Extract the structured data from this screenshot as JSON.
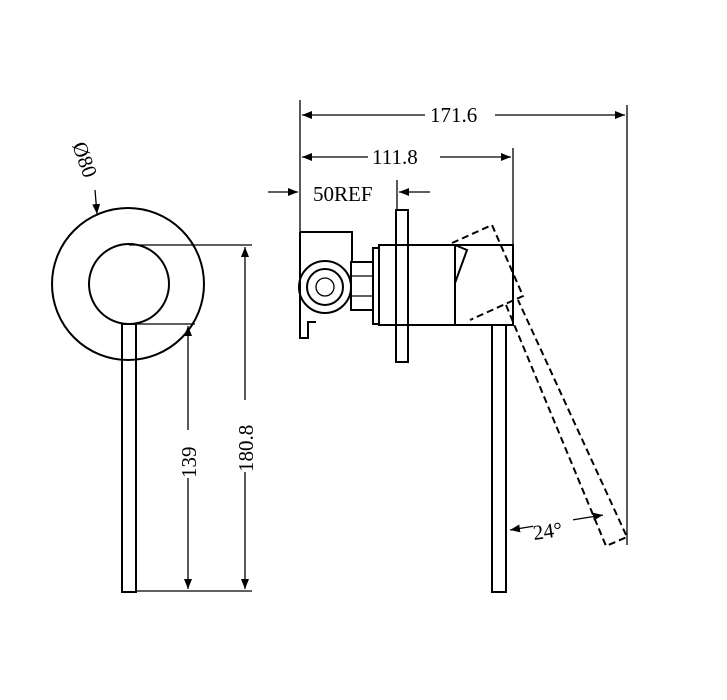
{
  "drawing": {
    "front_view": {
      "diameter_label": "Ø80",
      "lever_height_label": "139",
      "overall_height_label": "180.8"
    },
    "side_view": {
      "overall_depth_label": "171.6",
      "depth_to_handle_label": "111.8",
      "ref_depth_label": "50REF",
      "handle_angle_label": "24°"
    }
  }
}
